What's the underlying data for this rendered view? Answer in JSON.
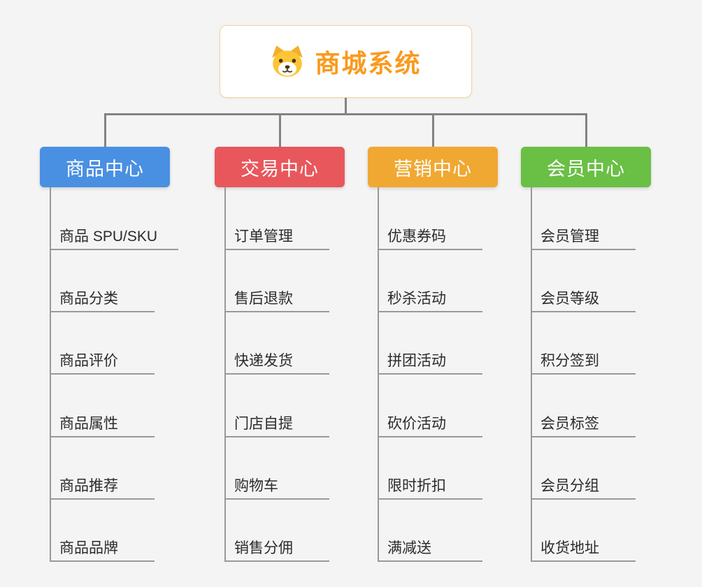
{
  "root": {
    "label": "商城系统",
    "icon": "dog-face-icon"
  },
  "colors": {
    "root_text": "#fa9a1e",
    "root_border": "#f6d29a",
    "connector_line": "#838383",
    "child_line": "#999999"
  },
  "branches": [
    {
      "label": "商品中心",
      "color": "#4a90e2",
      "children": [
        "商品 SPU/SKU",
        "商品分类",
        "商品评价",
        "商品属性",
        "商品推荐",
        "商品品牌"
      ]
    },
    {
      "label": "交易中心",
      "color": "#e8575c",
      "children": [
        "订单管理",
        "售后退款",
        "快递发货",
        "门店自提",
        "购物车",
        "销售分佣"
      ]
    },
    {
      "label": "营销中心",
      "color": "#f0a832",
      "children": [
        "优惠券码",
        "秒杀活动",
        "拼团活动",
        "砍价活动",
        "限时折扣",
        "满减送"
      ]
    },
    {
      "label": "会员中心",
      "color": "#6abf45",
      "children": [
        "会员管理",
        "会员等级",
        "积分签到",
        "会员标签",
        "会员分组",
        "收货地址"
      ]
    }
  ]
}
